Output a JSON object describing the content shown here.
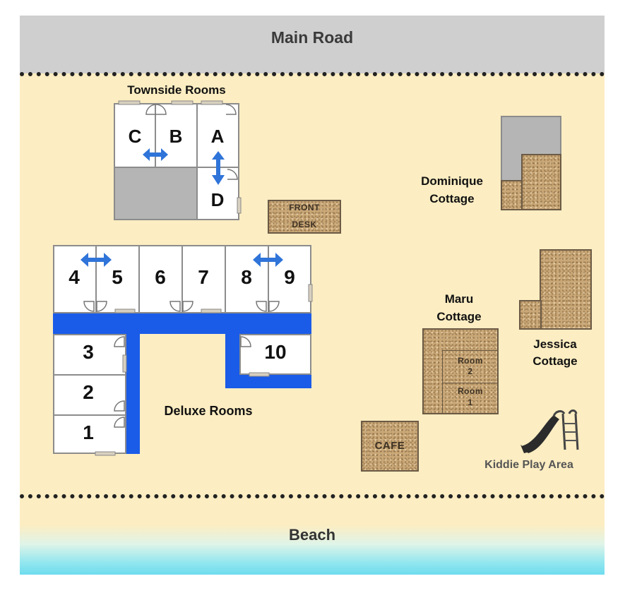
{
  "road": {
    "label": "Main Road"
  },
  "beach": {
    "label": "Beach"
  },
  "townside": {
    "label": "Townside Rooms",
    "rooms": [
      "C",
      "B",
      "A",
      "D"
    ]
  },
  "front_desk": {
    "line1": "FRONT",
    "line2": "DESK"
  },
  "deluxe": {
    "label": "Deluxe Rooms",
    "top_rooms": [
      "4",
      "5",
      "6",
      "7",
      "8",
      "9"
    ],
    "side_rooms": [
      "3",
      "2",
      "1"
    ],
    "room_10": "10"
  },
  "dominique": {
    "line1": "Dominique",
    "line2": "Cottage"
  },
  "maru": {
    "line1": "Maru",
    "line2": "Cottage",
    "room2_line1": "Room",
    "room2_line2": "2",
    "room1_line1": "Room",
    "room1_line2": "1"
  },
  "jessica": {
    "line1": "Jessica",
    "line2": "Cottage"
  },
  "cafe": {
    "label": "CAFE"
  },
  "play": {
    "label": "Kiddie Play Area"
  },
  "colors": {
    "corridor": "#1a5be8",
    "ground": "#fcedc2",
    "road": "#cfcfcf",
    "water": "#6fdcee"
  }
}
